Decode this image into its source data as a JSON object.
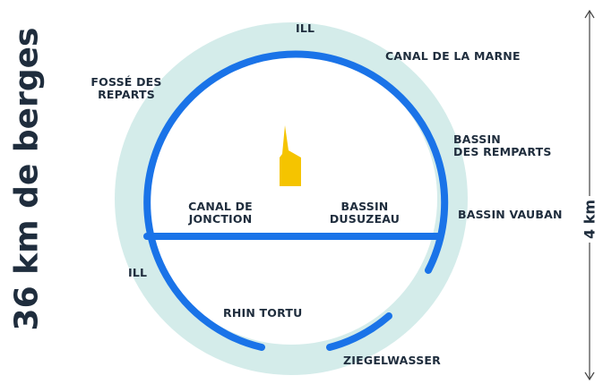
{
  "title_vertical": "36 km de berges",
  "dimension_label": "4 km",
  "labels": {
    "ill_top": "ILL",
    "canal_marne": "CANAL DE LA MARNE",
    "fosse_line1": "FOSSÉ DES",
    "fosse_line2": "REPARTS",
    "bassin_remparts_line1": "BASSIN",
    "bassin_remparts_line2": "DES REMPARTS",
    "bassin_vauban": "BASSIN VAUBAN",
    "canal_jonction_line1": "CANAL DE",
    "canal_jonction_line2": "JONCTION",
    "bassin_dusuzeau_line1": "BASSIN",
    "bassin_dusuzeau_line2": "DUSUZEAU",
    "ill_left": "ILL",
    "rhin_tortu": "RHIN TORTU",
    "ziegelwasser": "ZIEGELWASSER"
  },
  "colors": {
    "water": "#1a73e8",
    "bank_halo": "#d4ecea",
    "cathedral": "#f5c400",
    "text": "#1f2d3d",
    "dimension_line": "#444444"
  }
}
